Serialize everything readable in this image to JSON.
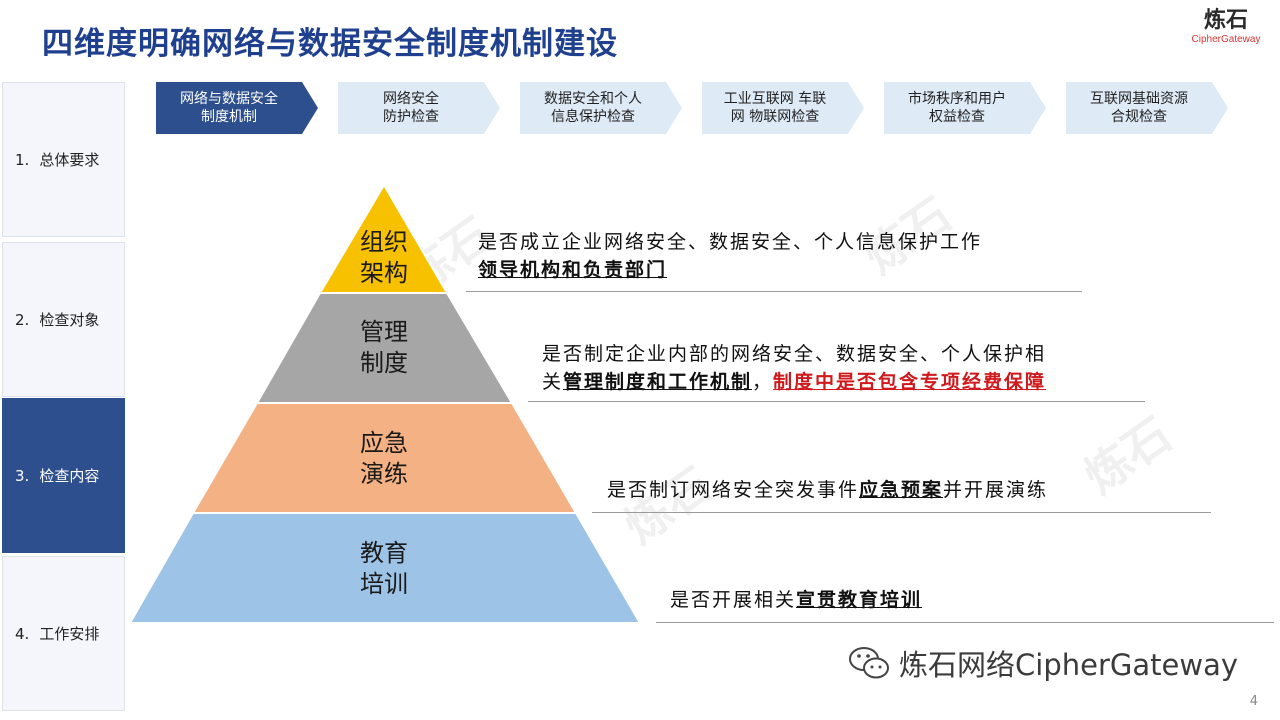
{
  "title": "四维度明确网络与数据安全制度机制建设",
  "logo": {
    "main": "炼石",
    "sub": "CipherGateway"
  },
  "sidebar": [
    {
      "num": "1.",
      "label": "总体要求",
      "active": false
    },
    {
      "num": "2.",
      "label": "检查对象",
      "active": false
    },
    {
      "num": "3.",
      "label": "检查内容",
      "active": true
    },
    {
      "num": "4.",
      "label": "工作安排",
      "active": false
    }
  ],
  "steps": [
    {
      "label": "网络与数据安全\n制度机制",
      "active": true
    },
    {
      "label": "网络安全\n防护检查",
      "active": false
    },
    {
      "label": "数据安全和个人\n信息保护检查",
      "active": false
    },
    {
      "label": "工业互联网 车联\n网 物联网检查",
      "active": false
    },
    {
      "label": "市场秩序和用户\n权益检查",
      "active": false
    },
    {
      "label": "互联网基础资源\n合规检查",
      "active": false
    }
  ],
  "pyramid": [
    {
      "label": "组织\n架构",
      "color": "#f8c100"
    },
    {
      "label": "管理\n制度",
      "color": "#a6a6a6"
    },
    {
      "label": "应急\n演练",
      "color": "#f4b183"
    },
    {
      "label": "教育\n培训",
      "color": "#9dc3e6"
    }
  ],
  "descriptions": {
    "d1_line1": "是否成立企业网络安全、数据安全、个人信息保护工作",
    "d1_line2": "领导机构和负责部门",
    "d2_line1": "是否制定企业内部的网络安全、数据安全、个人保护相",
    "d2_prefix": "关",
    "d2_u": "管理制度和工作机制",
    "d2_sep": "，",
    "d2_red": "制度中是否包含专项经费保障",
    "d3_prefix": "是否制订网络安全突发事件",
    "d3_u": "应急预案",
    "d3_suffix": "并开展演练",
    "d4_prefix": "是否开展相关",
    "d4_u": "宣贯教育培训"
  },
  "watermark": {
    "text": "炼石网络CipherGateway",
    "icon": "wechat-icon"
  },
  "page_number": "4",
  "colors": {
    "title": "#1f3f8f",
    "active": "#2d4f8e",
    "inactive_step": "#deebf7",
    "highlight": "#d0191c"
  }
}
